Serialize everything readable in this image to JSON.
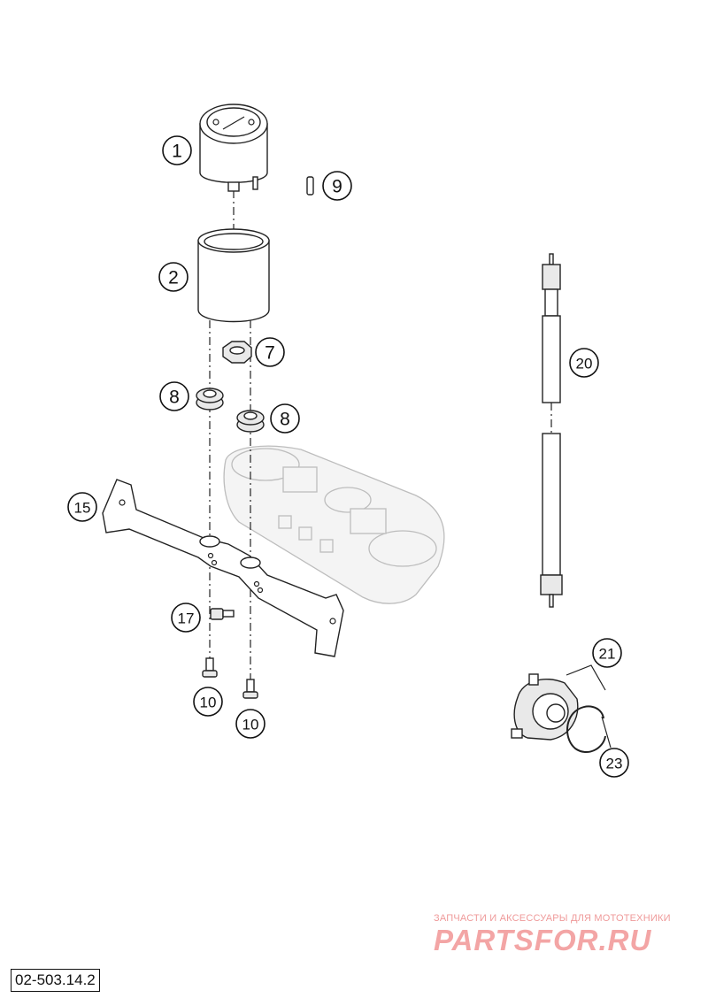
{
  "diagram": {
    "code": "02-503.14.2",
    "callouts": [
      "1",
      "9",
      "2",
      "7",
      "8",
      "8",
      "20",
      "15",
      "17",
      "10",
      "10",
      "21",
      "23"
    ]
  },
  "watermark": {
    "caption": "ЗАПЧАСТИ И АКСЕССУАРЫ ДЛЯ МОТОТЕХНИКИ",
    "logo": "PARTSFOR.RU"
  },
  "colors": {
    "line": "#222222",
    "ghost_part": "#bdbdbd",
    "watermark": "#f3a5a5"
  }
}
